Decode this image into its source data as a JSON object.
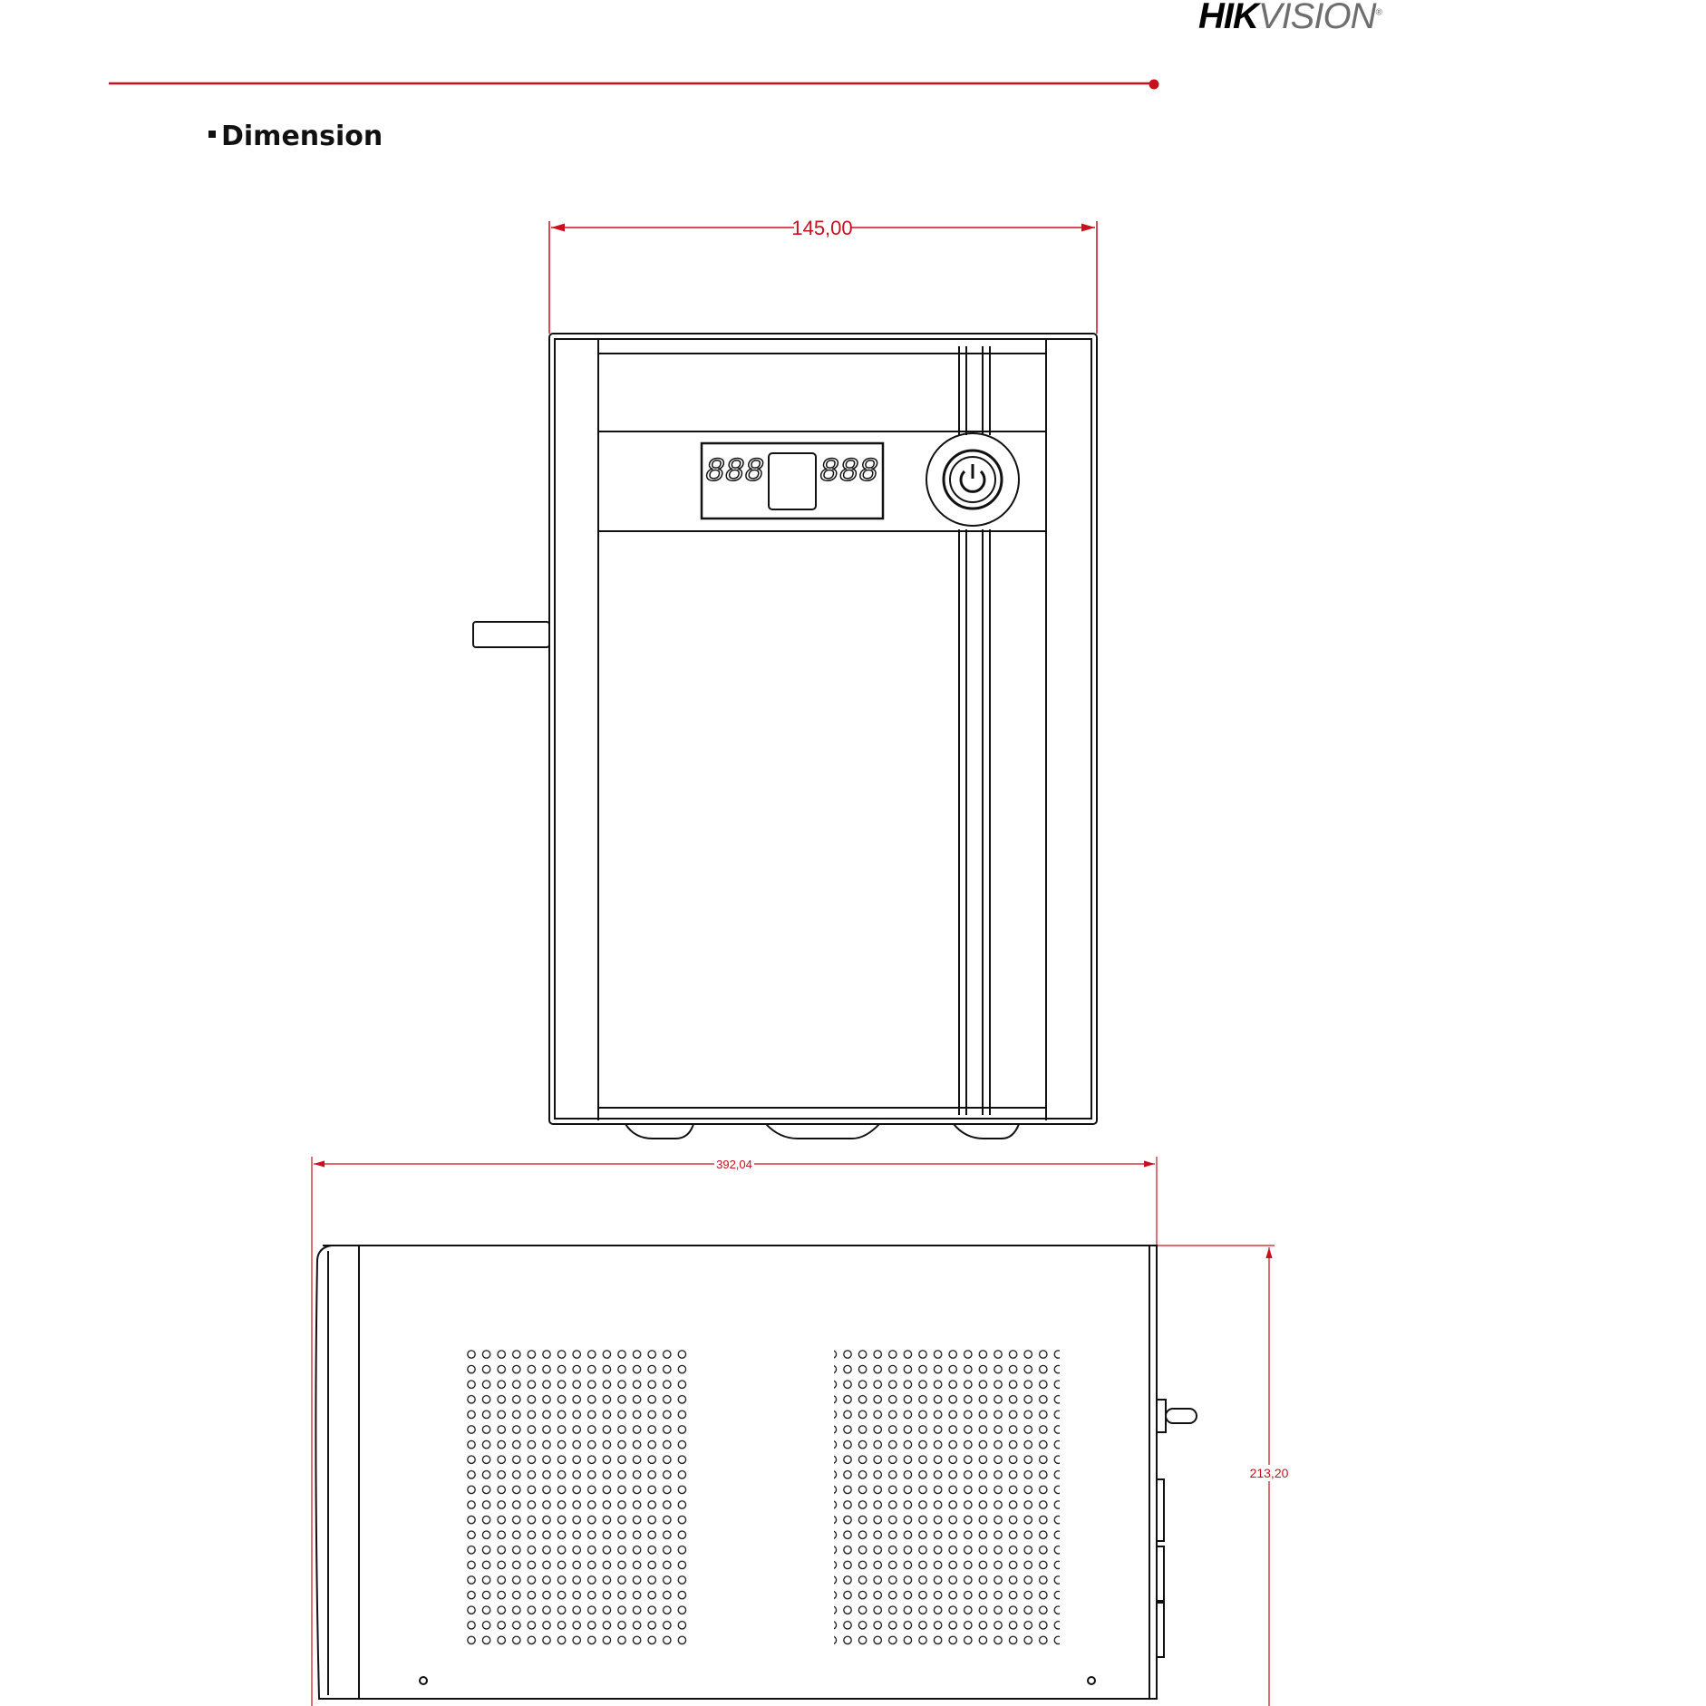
{
  "brand": {
    "logo_hik": "HIK",
    "logo_vision": "VISION",
    "registered": "®",
    "accent_color": "#d7141a"
  },
  "section": {
    "title": "Dimension"
  },
  "dimensions": {
    "width": "145,00",
    "length": "392,04",
    "height": "213,20"
  },
  "colors": {
    "dimension_line": "#c8101e",
    "drawing_line": "#111111"
  }
}
